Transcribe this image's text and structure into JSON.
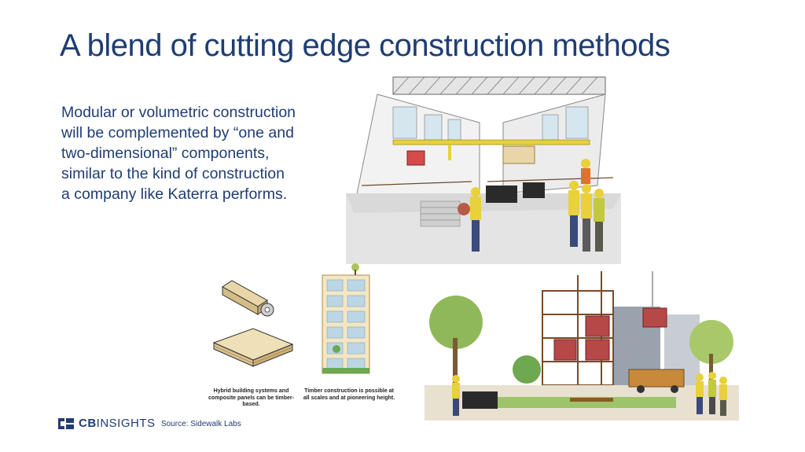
{
  "title": "A blend of cutting edge construction methods",
  "body": "Modular or volumetric construction will be complemented by “one and two-dimensional” components, similar to the kind of construction a company like Katerra performs.",
  "captions": {
    "panels": "Hybrid building systems and composite panels can be timber-based.",
    "timber": "Timber construction is possible at all scales and at pioneering height."
  },
  "footer": {
    "logo_bold": "CB",
    "logo_light": "INSIGHTS",
    "source": "Source: Sidewalk Labs"
  },
  "colors": {
    "navy": "#1f3d73",
    "safety_yellow": "#e8d13a",
    "timber": "#e9d6a8",
    "glass": "#bcd6e6"
  }
}
